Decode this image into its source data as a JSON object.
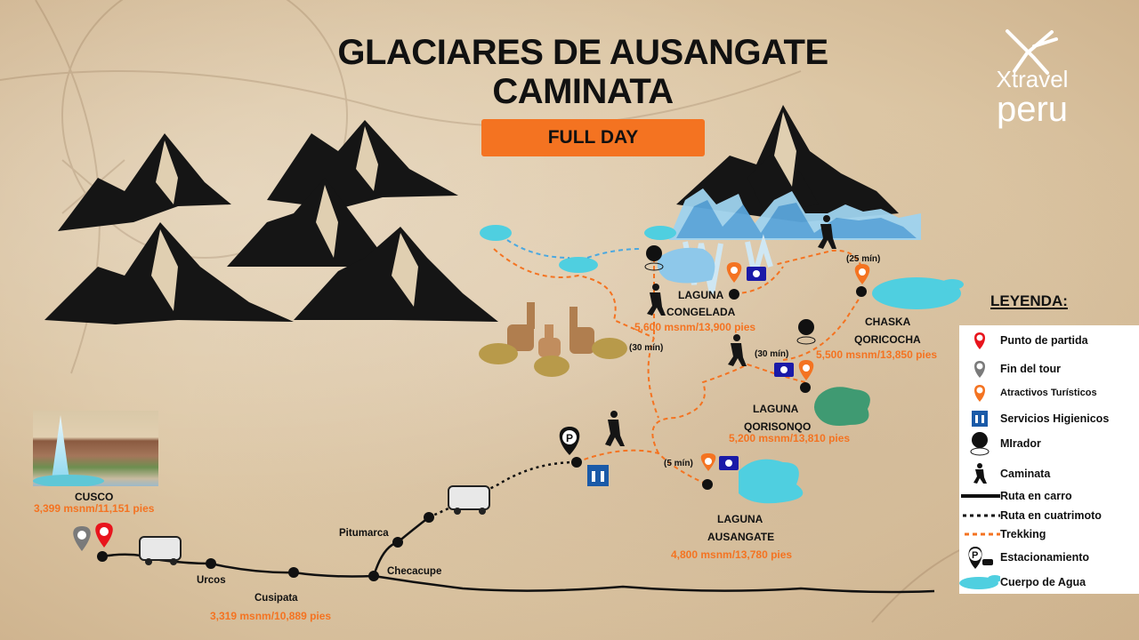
{
  "header": {
    "title_line1": "GLACIARES DE AUSANGATE",
    "title_line2": "CAMINATA",
    "badge": "FULL DAY"
  },
  "logo": {
    "brand_top": "Xtravel",
    "brand_bottom": "peru"
  },
  "colors": {
    "accent_orange": "#f47321",
    "start_red": "#e8141c",
    "end_gray": "#7a7a7a",
    "water_blue": "#4fcfe0",
    "hygiene_blue": "#1a5aa8",
    "camera_blue": "#1a1aa8",
    "lagoon_green": "#3f9a72"
  },
  "locations": {
    "cusco": {
      "name": "CUSCO",
      "altitude": "3,399 msnm/11,151 pies"
    },
    "urcos": {
      "name": "Urcos"
    },
    "cusipata": {
      "name": "Cusipata",
      "altitude": "3,319 msnm/10,889 pies"
    },
    "checacupe": {
      "name": "Checacupe"
    },
    "pitumarca": {
      "name": "Pitumarca"
    },
    "laguna_ausangate": {
      "name_line1": "LAGUNA",
      "name_line2": "AUSANGATE",
      "altitude": "4,800 msnm/13,780 pies",
      "time": "(5 mín)"
    },
    "laguna_qorisonqo": {
      "name_line1": "LAGUNA",
      "name_line2": "QORISONQO",
      "altitude": "5,200 msnm/13,810 pies",
      "time": "(30 mín)"
    },
    "chaska_qoricocha": {
      "name_line1": "CHASKA",
      "name_line2": "QORICOCHA",
      "altitude": "5,500 msnm/13,850 pies",
      "time": "(25 mín)"
    },
    "laguna_congelada": {
      "name_line1": "LAGUNA",
      "name_line2": "CONGELADA",
      "altitude": "5,600 msnm/13,900 pies",
      "time": "(30 mín)"
    }
  },
  "legend": {
    "title": "LEYENDA:",
    "items": [
      {
        "icon": "start-pin-icon",
        "label": "Punto de partida"
      },
      {
        "icon": "end-pin-icon",
        "label": "Fin del tour"
      },
      {
        "icon": "attraction-pin-icon",
        "label": "Atractivos Turísticos"
      },
      {
        "icon": "restroom-icon",
        "label": "Servicios Higienicos"
      },
      {
        "icon": "viewpoint-icon",
        "label": "MIrador"
      },
      {
        "icon": "hiker-icon",
        "label": "Caminata"
      },
      {
        "icon": "car-route-icon",
        "label": "Ruta en carro"
      },
      {
        "icon": "atv-route-icon",
        "label": "Ruta en cuatrimoto"
      },
      {
        "icon": "trekking-route-icon",
        "label": "Trekking"
      },
      {
        "icon": "parking-icon",
        "label": "Estacionamiento"
      },
      {
        "icon": "water-body-icon",
        "label": "Cuerpo de Agua"
      }
    ]
  }
}
